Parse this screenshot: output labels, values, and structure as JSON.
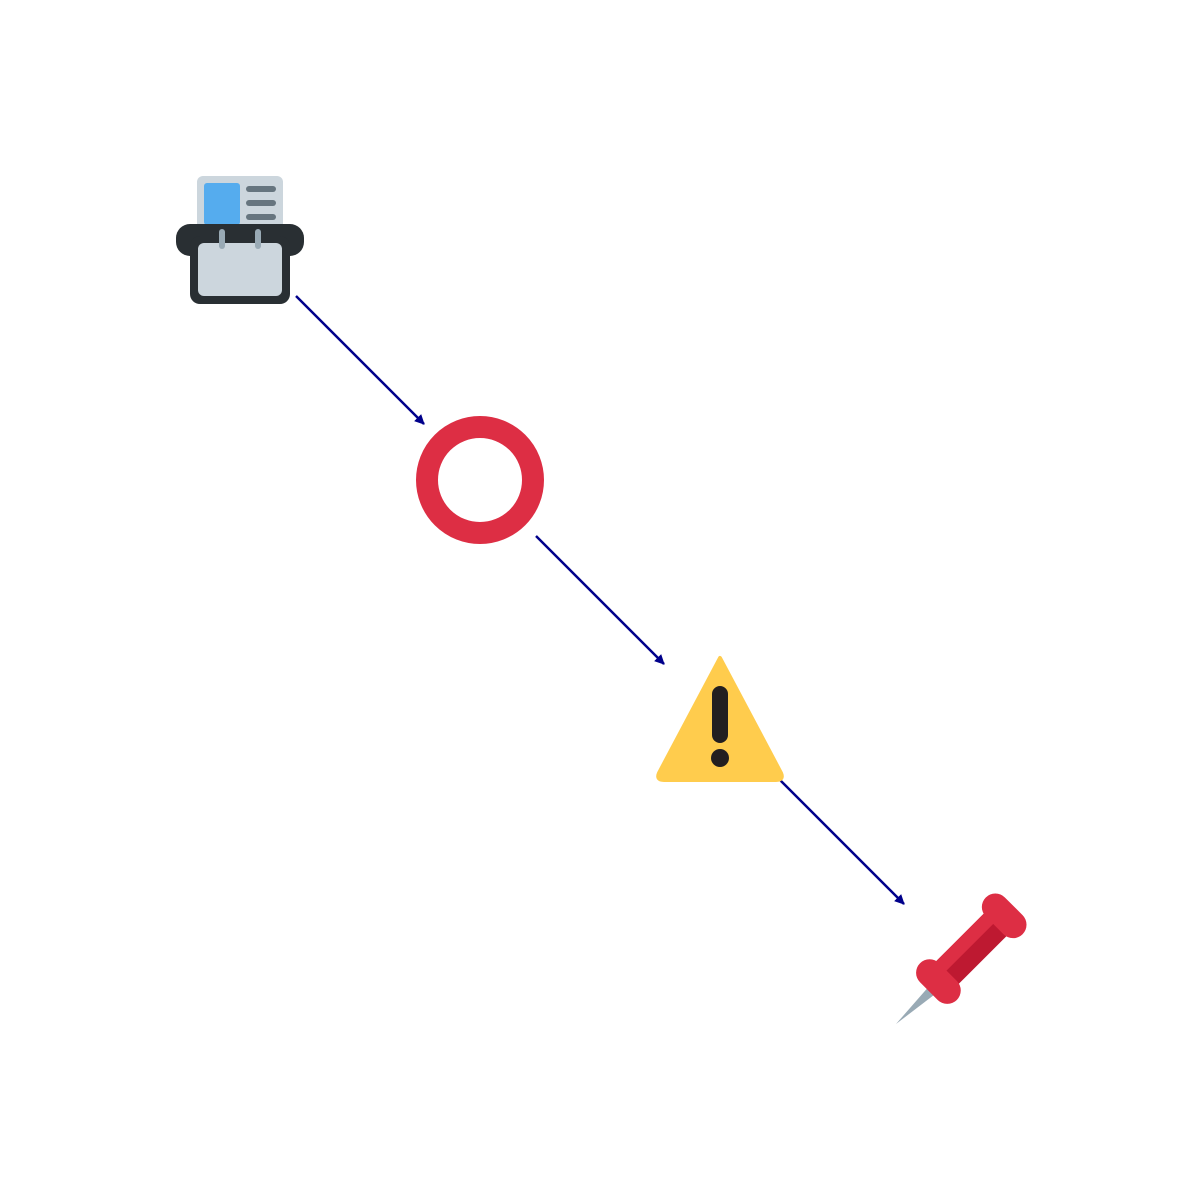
{
  "diagram": {
    "background": "#ffffff",
    "edge_color": "#00008b",
    "nodes": [
      {
        "id": "card-index",
        "icon": "card-index-icon",
        "colors": [
          "#292f33",
          "#ccd6dd",
          "#55acee",
          "#66757f",
          "#99aab5"
        ]
      },
      {
        "id": "hollow-red-circle",
        "icon": "hollow-red-circle-icon",
        "colors": [
          "#dd2e44"
        ]
      },
      {
        "id": "warning",
        "icon": "warning-icon",
        "colors": [
          "#ffcc4d",
          "#231f20"
        ]
      },
      {
        "id": "pushpin",
        "icon": "pushpin-icon",
        "colors": [
          "#dd2e44",
          "#be1931",
          "#99aab5"
        ]
      }
    ],
    "edges": [
      {
        "from": "card-index",
        "to": "hollow-red-circle"
      },
      {
        "from": "hollow-red-circle",
        "to": "warning"
      },
      {
        "from": "warning",
        "to": "pushpin"
      }
    ]
  }
}
